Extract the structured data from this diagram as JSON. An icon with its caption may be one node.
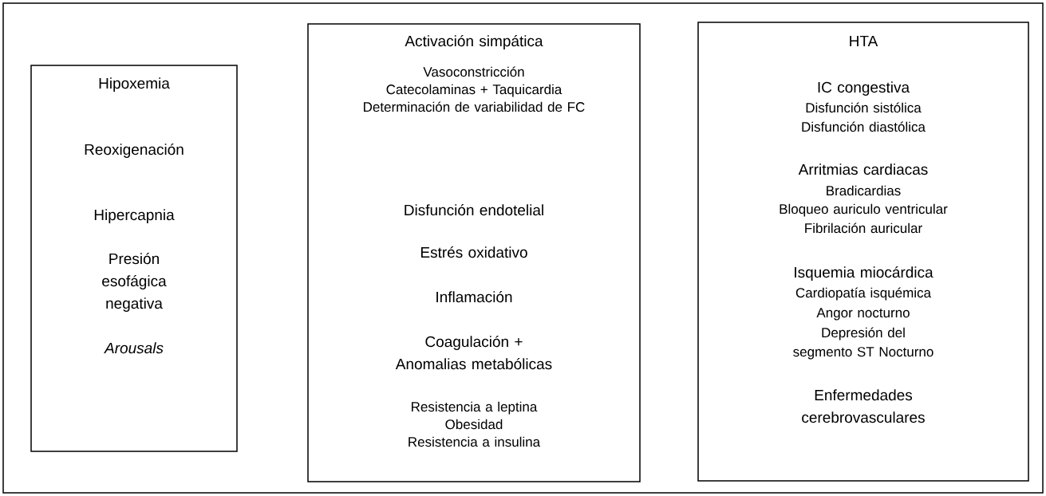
{
  "diagram": {
    "nodes": [
      {
        "text": [
          "Hipoxemia",
          "Reoxigenación",
          "Hipercapnia",
          "Presión esofágica negativa",
          "*Arousals*"
        ]
      },
      {
        "text": [
          "Activación simpática",
          "Vasoconstricción",
          "Catecolaminas + Taquicardia",
          "Determinación de variabilidad de FC",
          "Disfunción endotelial",
          "Estrés oxidativo",
          "Inflamación",
          "Coagulación + Anomalias metabólicas",
          "Resistencia a leptina",
          "Obesidad",
          "Resistencia a insulina"
        ]
      },
      {
        "text": [
          "HTA",
          "IC congestiva",
          "Disfunción sistólica",
          "Disfunción diastólica",
          "Arritmias cardiacas",
          "Bradicardias",
          "Bloqueo auriculo ventricular",
          "Fibrilación auricular",
          "Isquemia miocárdica",
          "Cardiopatía isquémica",
          "Angor nocturno",
          "Depresión del segmento ST Nocturno",
          "Enfermedades cerebrovasculares"
        ]
      }
    ]
  }
}
